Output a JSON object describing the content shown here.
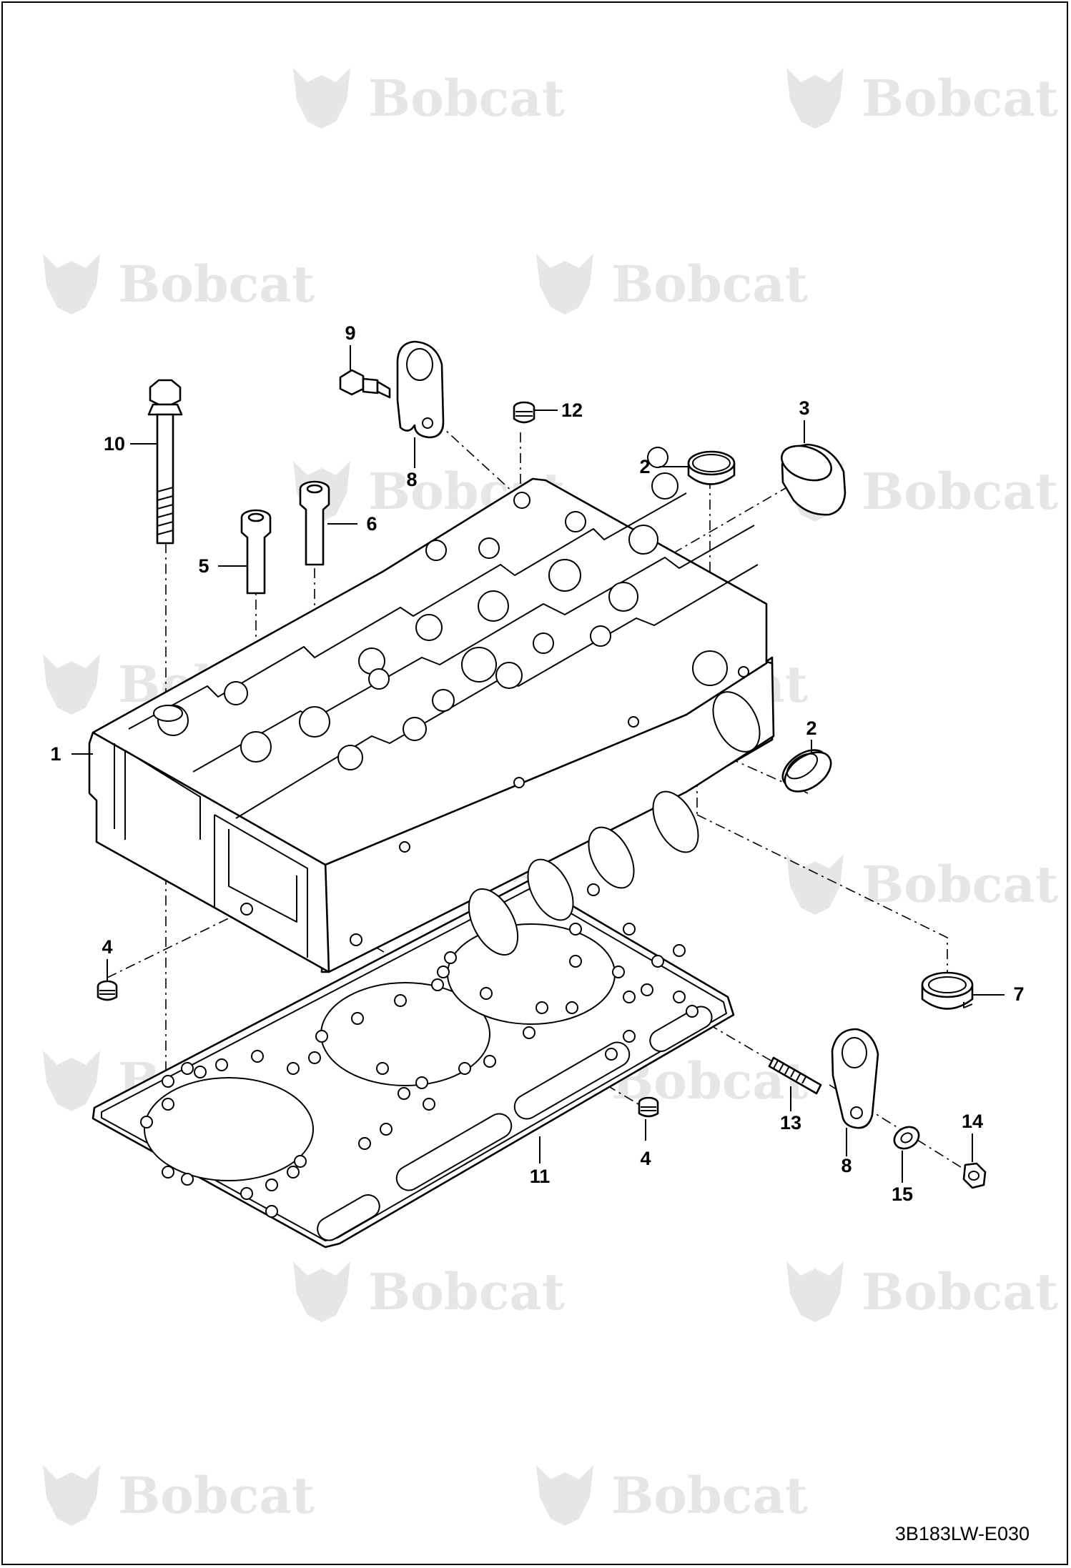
{
  "watermark": {
    "brand": "Bobcat",
    "registered_mark": "®"
  },
  "callouts": [
    {
      "id": "c1",
      "label": "1"
    },
    {
      "id": "c2a",
      "label": "2"
    },
    {
      "id": "c2b",
      "label": "2"
    },
    {
      "id": "c3",
      "label": "3"
    },
    {
      "id": "c4a",
      "label": "4"
    },
    {
      "id": "c4b",
      "label": "4"
    },
    {
      "id": "c5",
      "label": "5"
    },
    {
      "id": "c6",
      "label": "6"
    },
    {
      "id": "c7",
      "label": "7"
    },
    {
      "id": "c8a",
      "label": "8"
    },
    {
      "id": "c8b",
      "label": "8"
    },
    {
      "id": "c9",
      "label": "9"
    },
    {
      "id": "c10",
      "label": "10"
    },
    {
      "id": "c11",
      "label": "11"
    },
    {
      "id": "c12",
      "label": "12"
    },
    {
      "id": "c13",
      "label": "13"
    },
    {
      "id": "c14",
      "label": "14"
    },
    {
      "id": "c15",
      "label": "15"
    }
  ],
  "drawing_id": "3B183LW-E030"
}
